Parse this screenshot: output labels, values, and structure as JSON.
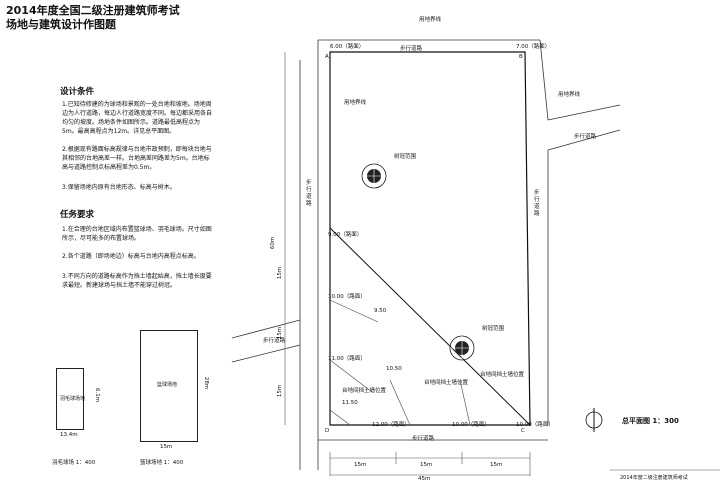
{
  "header": {
    "title_line1": "2014年度全国二级注册建筑师考试",
    "title_line2": "场地与建筑设计作图题"
  },
  "design_conditions": {
    "heading": "设计条件",
    "items": [
      "1.已知待修建的为球场和景观的一处台地和坡地。场地周边为人行道路，每边人行道路宽度不同。每边都采用各自均匀的坡度。场地条件如图所示。道路最低高程点为5m。最高高程点为12m。详见总平面图。",
      "2.根据现有路面标高规律与台地市政预制，即每块台地与其相邻的台地高差一样。台地高差同路差为5m。台地标高与道路控制点标高程差为0.5m。",
      "3.保留场地内原有台地形态、标高与树木。"
    ]
  },
  "task_requirements": {
    "heading": "任务要求",
    "items": [
      "1.在合理的台地区域内布置篮球场、羽毛球场。尺寸如图所示，尽可能多的布置球场。",
      "2.各个道路（即场地边）标高与台地内高程点标高。",
      "3.不同方向的道路标高作为挡土墙起始高，挡土墙长度要求最短。新建球场与挡土墙不能穿过树冠。"
    ]
  },
  "courts": {
    "badminton": {
      "label": "羽毛球场地",
      "caption": "羽毛球场 1：400",
      "width_dim": "13.4m",
      "height_dim": "6.1m"
    },
    "basketball": {
      "label": "篮球场地",
      "caption": "篮球场地 1：400",
      "width_dim": "15m",
      "height_dim": "28m"
    }
  },
  "plan": {
    "corners": {
      "A": "A",
      "B": "B",
      "C": "C",
      "D": "D"
    },
    "elevations": {
      "top_left": "6.00（路面）",
      "top_right": "7.00（路面）",
      "mid_left_1": "9.00（路面）",
      "mid_left_2": "10.00（路面）",
      "mid_left_3": "11.00（路面）",
      "bottom_left": "12.00（路面）",
      "bottom_mid": "10.00（路面）",
      "bottom_right": "10.00（路面）",
      "inner_1": "9.50",
      "inner_2": "10.50",
      "inner_3": "11.50"
    },
    "labels": {
      "property_line_top": "用地界线",
      "property_line_right": "用地界线",
      "property_line_inner": "用地界线",
      "sidewalk_top": "步行道路",
      "sidewalk_bottom": "步行道路",
      "sidewalk_left_1": "步行道路",
      "sidewalk_left_2": "步行道路",
      "sidewalk_right_1": "步行道路",
      "sidewalk_right_2": "步行道路",
      "tree_canopy_1": "树冠范围",
      "tree_canopy_2": "树冠范围",
      "retaining_1": "台地间挡土墙位置",
      "retaining_2": "台地间挡土墙位置",
      "retaining_3": "台地间挡土墙位置"
    },
    "dimensions": {
      "left_total": "60m",
      "left_seg1": "15m",
      "left_seg2": "15m",
      "left_seg3": "15m",
      "bottom_seg1": "15m",
      "bottom_seg2": "15m",
      "bottom_seg3": "15m",
      "bottom_total": "45m"
    },
    "scale_label": "总平面图 1：300"
  },
  "footer": "2014年度二级注册建筑师考试"
}
